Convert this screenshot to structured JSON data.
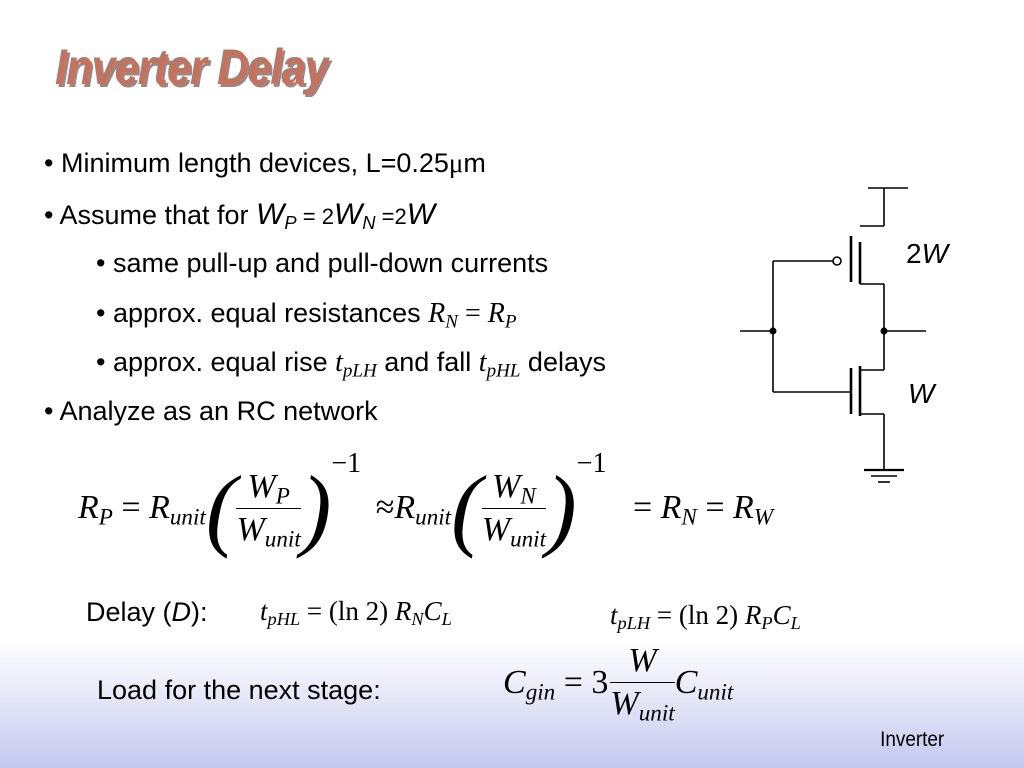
{
  "title": "Inverter Delay",
  "bullets": {
    "b1": "• Minimum length devices, L=0.25",
    "b1_mu": "μ",
    "b1_unit": "m",
    "b2_prefix": "• Assume that for ",
    "b2_W": "W",
    "b2_P": "P",
    "b2_eq1": " = 2",
    "b2_W2": "W",
    "b2_N": "N",
    "b2_eq2": " =2",
    "b2_W3": "W",
    "s1": "• same pull-up and pull-down currents",
    "s2_prefix": "• approx. equal resistances ",
    "s2_R": "R",
    "s2_N": "N",
    "s2_eq": " = ",
    "s2_R2": "R",
    "s2_P": "P",
    "s3_a": "• approx. equal rise ",
    "s3_t": "t",
    "s3_plh": "pLH",
    "s3_b": " and fall ",
    "s3_t2": "t",
    "s3_phl": "pHL",
    "s3_c": " delays",
    "b3": "• Analyze as an RC network"
  },
  "equation": {
    "R": "R",
    "P": "P",
    "eq": " = ",
    "Runit": "R",
    "unit": "unit",
    "W": "W",
    "WP_sub": "P",
    "Wunit": "W",
    "Wunit_sub": "unit",
    "exp": "−1",
    "approx": "≈ ",
    "WN_sub": "N",
    "eqN": "= ",
    "RN": "R",
    "RN_sub": "N",
    "eqW": " = ",
    "RW": "R",
    "RW_sub": "W",
    "lparen": "(",
    "rparen": ")"
  },
  "delay": {
    "label_a": "Delay (",
    "label_D": "D",
    "label_b": "):",
    "t": "t",
    "phl": "pHL",
    "eq": " = (ln 2) ",
    "R": "R",
    "N": "N",
    "C": "C",
    "L": "L",
    "plh": "pLH",
    "P": "P"
  },
  "load": {
    "label": "Load for the next stage:",
    "C": "C",
    "gin": "gin",
    "eq": " = 3",
    "W": "W",
    "Wunit": "W",
    "unit": "unit",
    "Cunit": "C",
    "cunit_sub": "unit"
  },
  "circuit": {
    "pmos_label_2": "2",
    "pmos_label_W": "W",
    "nmos_label": "W"
  },
  "footer": "Inverter"
}
